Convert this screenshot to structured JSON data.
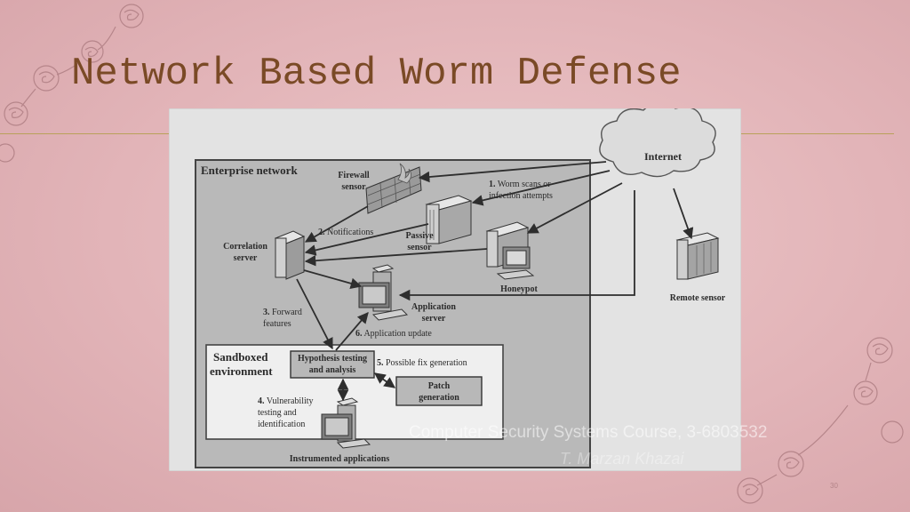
{
  "slide": {
    "title": "Network Based Worm Defense",
    "watermark_course": "Computer Security Systems Course, 3-6803532",
    "watermark_author": "T. Marzan Khazai",
    "page_number": "30"
  },
  "diagram": {
    "enterprise_label": "Enterprise network",
    "internet_label": "Internet",
    "firewall_label_1": "Firewall",
    "firewall_label_2": "sensor",
    "scan_num": "1.",
    "scan_label_1": "Worm scans or",
    "scan_label_2": "infection attempts",
    "notify_num": "2.",
    "notify_label": "Notifications",
    "passive_label_1": "Passive",
    "passive_label_2": "sensor",
    "correlation_label_1": "Correlation",
    "correlation_label_2": "server",
    "honeypot_label": "Honeypot",
    "remote_label": "Remote sensor",
    "forward_num": "3.",
    "forward_label_1": "Forward",
    "forward_label_2": "features",
    "appserver_label_1": "Application",
    "appserver_label_2": "server",
    "appupdate_num": "6.",
    "appupdate_label": "Application update",
    "sandbox_label_1": "Sandboxed",
    "sandbox_label_2": "environment",
    "hypothesis_label_1": "Hypothesis testing",
    "hypothesis_label_2": "and analysis",
    "fix_num": "5.",
    "fix_label": "Possible fix generation",
    "patch_label_1": "Patch",
    "patch_label_2": "generation",
    "vuln_num": "4.",
    "vuln_label_1": "Vulnerability",
    "vuln_label_2": "testing and",
    "vuln_label_3": "identification",
    "instrumented_label": "Instrumented applications"
  }
}
